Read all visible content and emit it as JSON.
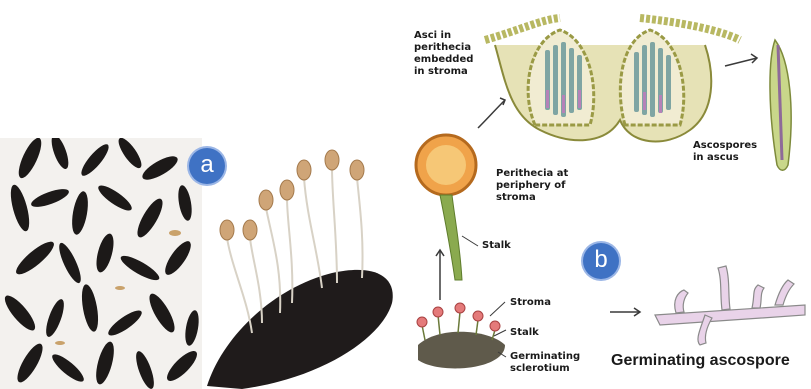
{
  "badges": {
    "a": "a",
    "b": "b"
  },
  "labels": {
    "asci": "Asci in\nperithecia\nembedded\nin stroma",
    "perithecia": "Perithecia at\nperiphery of\nstroma",
    "stalk_upper": "Stalk",
    "ascospores": "Ascospores\nin ascus",
    "stroma": "Stroma",
    "stalk_lower": "Stalk",
    "germinating_sclerotium": "Germinating\nsclerotium",
    "germinating_ascospore": "Germinating ascospore"
  },
  "colors": {
    "badge": "#3f72c4",
    "sclerotium": "#1f1b1b",
    "stroma_head": "#caa26a"
  }
}
